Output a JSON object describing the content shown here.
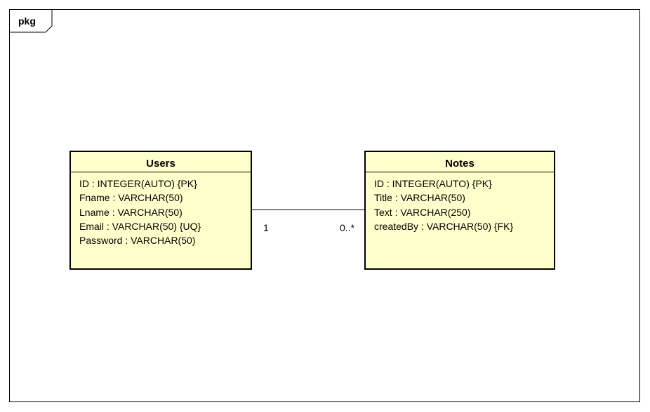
{
  "package": {
    "label": "pkg"
  },
  "entities": [
    {
      "name": "Users",
      "attributes": [
        "ID : INTEGER(AUTO) {PK}",
        "Fname : VARCHAR(50)",
        "Lname : VARCHAR(50)",
        "Email : VARCHAR(50) {UQ}",
        "Password : VARCHAR(50)"
      ]
    },
    {
      "name": "Notes",
      "attributes": [
        "ID : INTEGER(AUTO) {PK}",
        "Title : VARCHAR(50)",
        "Text : VARCHAR(250)",
        "createdBy : VARCHAR(50) {FK}"
      ]
    }
  ],
  "association": {
    "source_multiplicity": "1",
    "target_multiplicity": "0..*"
  },
  "colors": {
    "entity_fill": "#ffffcc",
    "stroke": "#000000"
  }
}
